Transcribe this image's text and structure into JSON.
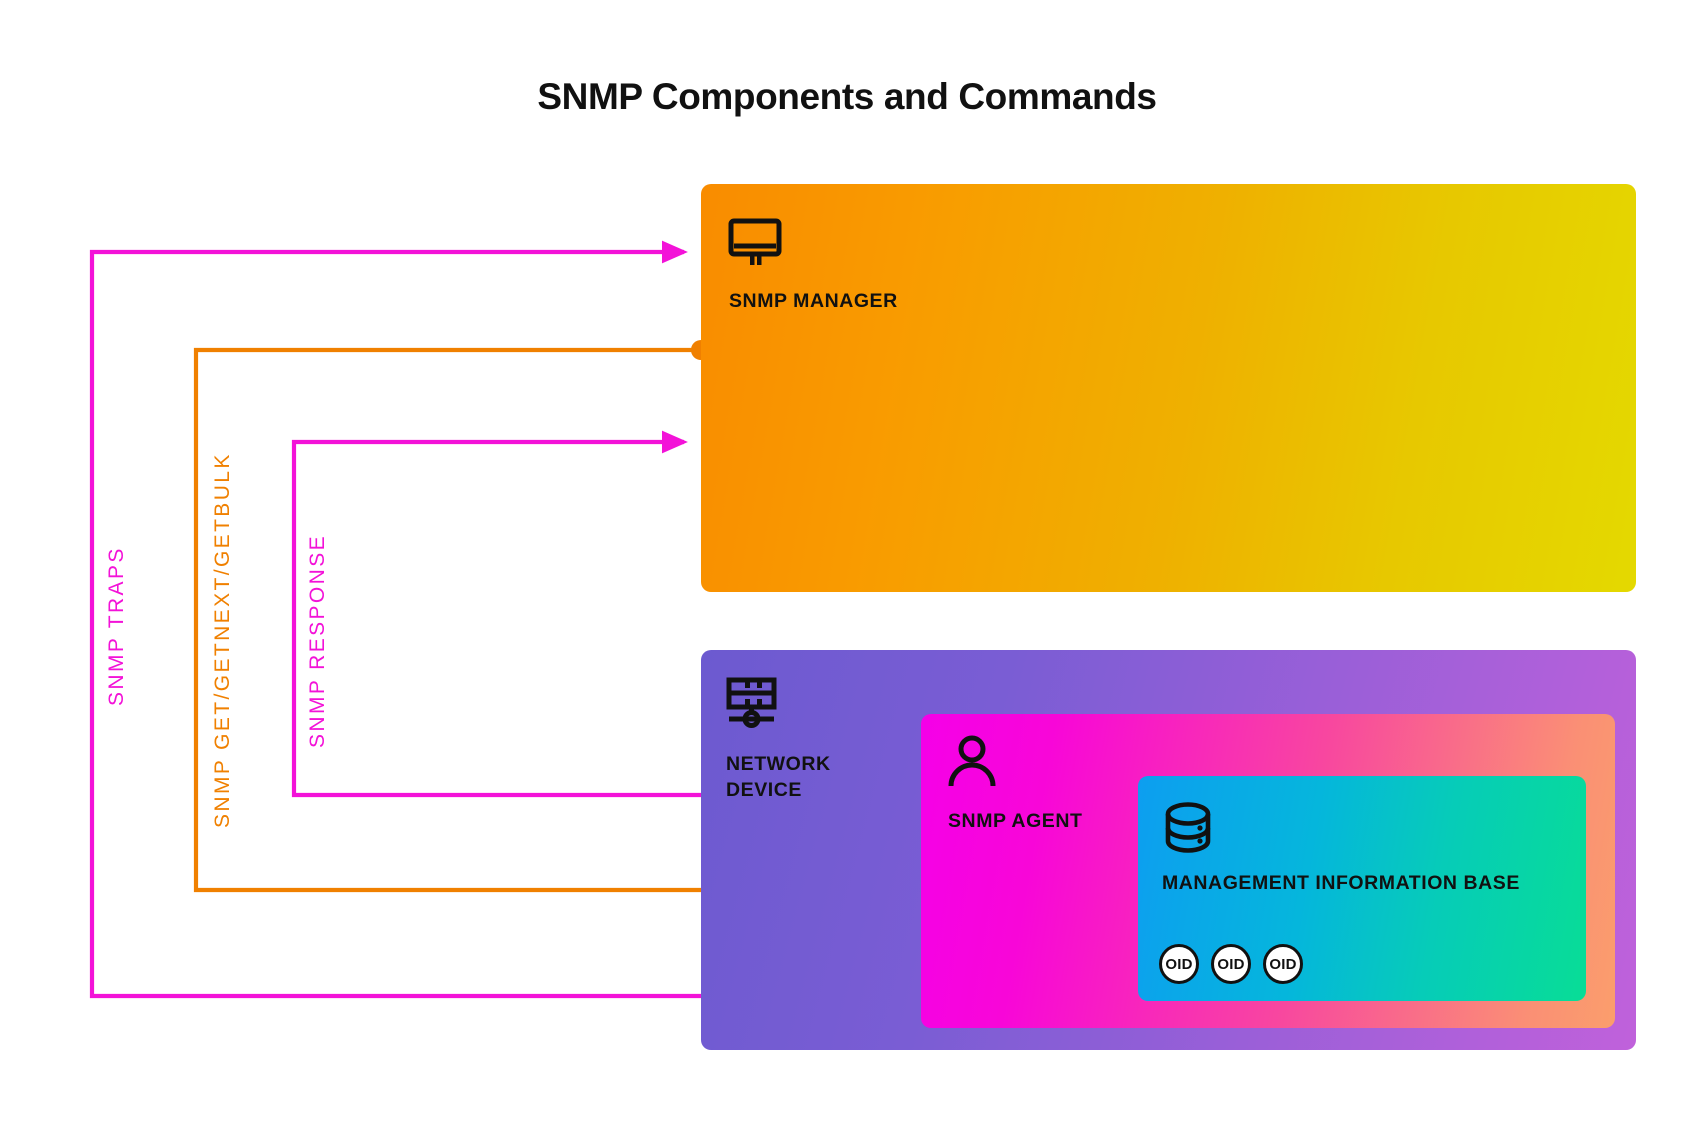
{
  "page": {
    "title": "SNMP Components and Commands",
    "background": "#ffffff"
  },
  "nodes": {
    "manager": {
      "label": "SNMP MANAGER",
      "icon": "monitor-icon",
      "gradient_from": "#F98C00",
      "gradient_to": "#E4D900"
    },
    "device": {
      "label": "NETWORK\nDEVICE",
      "icon": "network-device-icon",
      "gradient_from": "#6C5AD0",
      "gradient_to": "#C061DB"
    },
    "agent": {
      "label": "SNMP AGENT",
      "icon": "person-icon",
      "gradient_from": "#F500E8",
      "gradient_to": "#FB9E6C"
    },
    "mib": {
      "label": "MANAGEMENT INFORMATION BASE",
      "icon": "database-icon",
      "gradient_from": "#0D9EF0",
      "gradient_to": "#08DD96",
      "oids": [
        "OID",
        "OID",
        "OID"
      ]
    }
  },
  "connections": [
    {
      "id": "snmp-traps",
      "label": "SNMP TRAPS",
      "color": "#F312D8",
      "from": "agent",
      "to": "manager",
      "arrow_at": "manager"
    },
    {
      "id": "snmp-get",
      "label": "SNMP GET/GETNEXT/GETBULK",
      "color": "#F08000",
      "from": "manager",
      "to": "agent",
      "arrow_at": "agent"
    },
    {
      "id": "snmp-response",
      "label": "SNMP RESPONSE",
      "color": "#F312D8",
      "from": "agent",
      "to": "manager",
      "arrow_at": "manager"
    }
  ]
}
